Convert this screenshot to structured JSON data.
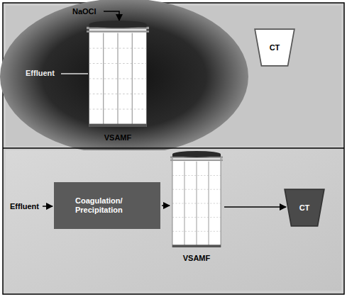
{
  "diagram": {
    "nodes": [
      {
        "text": [
          "VSAMF"
        ]
      },
      {
        "text": [
          "CT"
        ]
      },
      {
        "text": [
          "Coagulation/ Precipitation"
        ]
      },
      {
        "text": [
          "VSAMF"
        ]
      },
      {
        "text": [
          "CT"
        ]
      }
    ],
    "edges": [
      {
        "from": 2,
        "to": 3,
        "arrow": "to"
      },
      {
        "from": 3,
        "to": 4,
        "arrow": "to"
      }
    ],
    "labels": [
      "NaOCl",
      "Effluent",
      "Effluent"
    ]
  }
}
